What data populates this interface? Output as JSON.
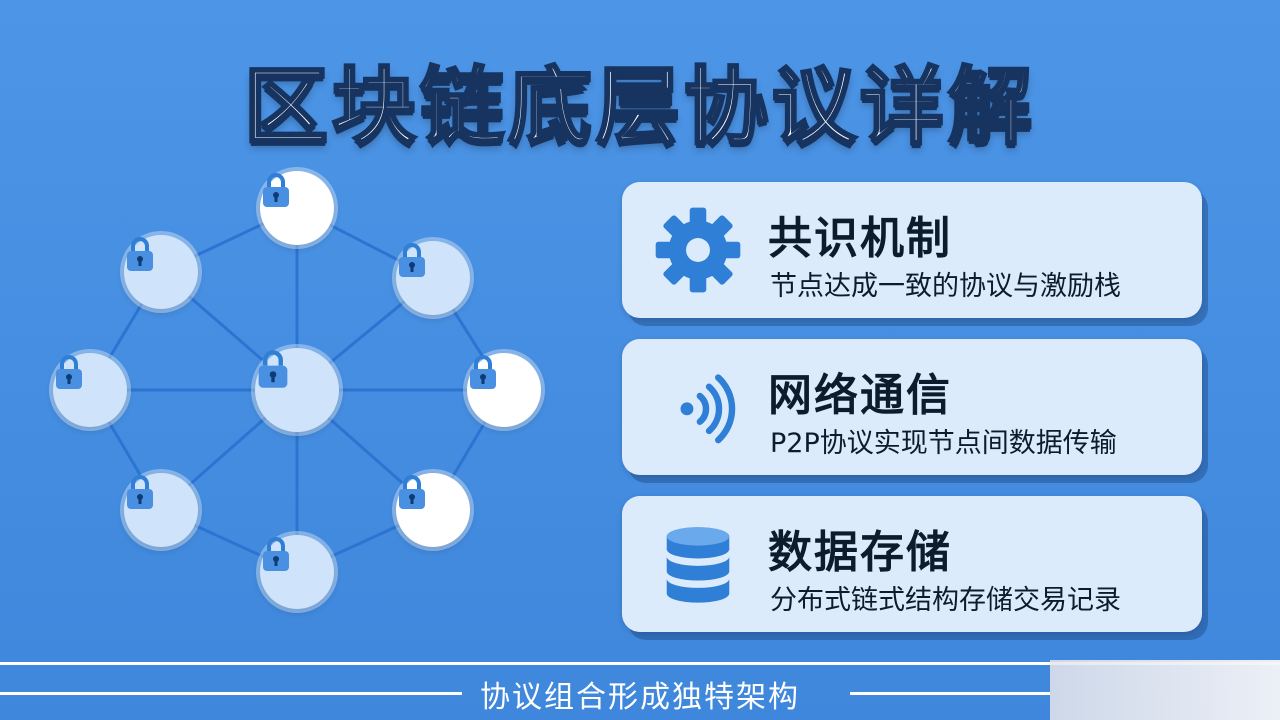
{
  "title": "区块链底层协议详解",
  "cards": [
    {
      "title": "共识机制",
      "desc": "节点达成一致的协议与激励栈",
      "icon": "gear-icon"
    },
    {
      "title": "网络通信",
      "desc": "P2P协议实现节点间数据传输",
      "icon": "wireless-signal-icon"
    },
    {
      "title": "数据存储",
      "desc": "分布式链式结构存储交易记录",
      "icon": "database-icon"
    }
  ],
  "footer": {
    "text": "协议组合形成独特架构"
  },
  "colors": {
    "background": "#4691e2",
    "card_bg": "#dcebfb",
    "icon_blue": "#2f7fd6",
    "node_fill": "#cfe4fb",
    "title_outline": "#17335f"
  },
  "network": {
    "node_count": 9,
    "node_icon": "padlock-icon"
  }
}
